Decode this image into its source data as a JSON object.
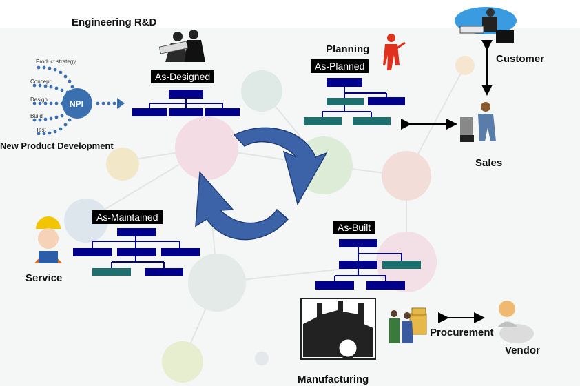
{
  "labels": {
    "engineering": "Engineering R&D",
    "planning": "Planning",
    "customer": "Customer",
    "sales": "Sales",
    "service": "Service",
    "manufacturing": "Manufacturing",
    "procurement": "Procurement",
    "vendor": "Vendor",
    "npd": "New Product Development"
  },
  "badges": {
    "as_designed": "As-Designed",
    "as_planned": "As-Planned",
    "as_maintained": "As-Maintained",
    "as_built": "As-Built"
  },
  "npi": {
    "core": "NPI",
    "stages": [
      "Product strategy",
      "Concept",
      "Design",
      "Build",
      "Test"
    ]
  },
  "colors": {
    "bom_node": "#00008b",
    "bom_node_alt": "#1f6f6f",
    "cycle_arrow": "#3c63a8",
    "npi_dot": "#3a6fb0"
  },
  "icons": [
    "engineers-icon",
    "planner-icon",
    "customer-icon",
    "salesman-icon",
    "service-worker-icon",
    "factory-icon",
    "workers-icon",
    "vendor-icon"
  ]
}
